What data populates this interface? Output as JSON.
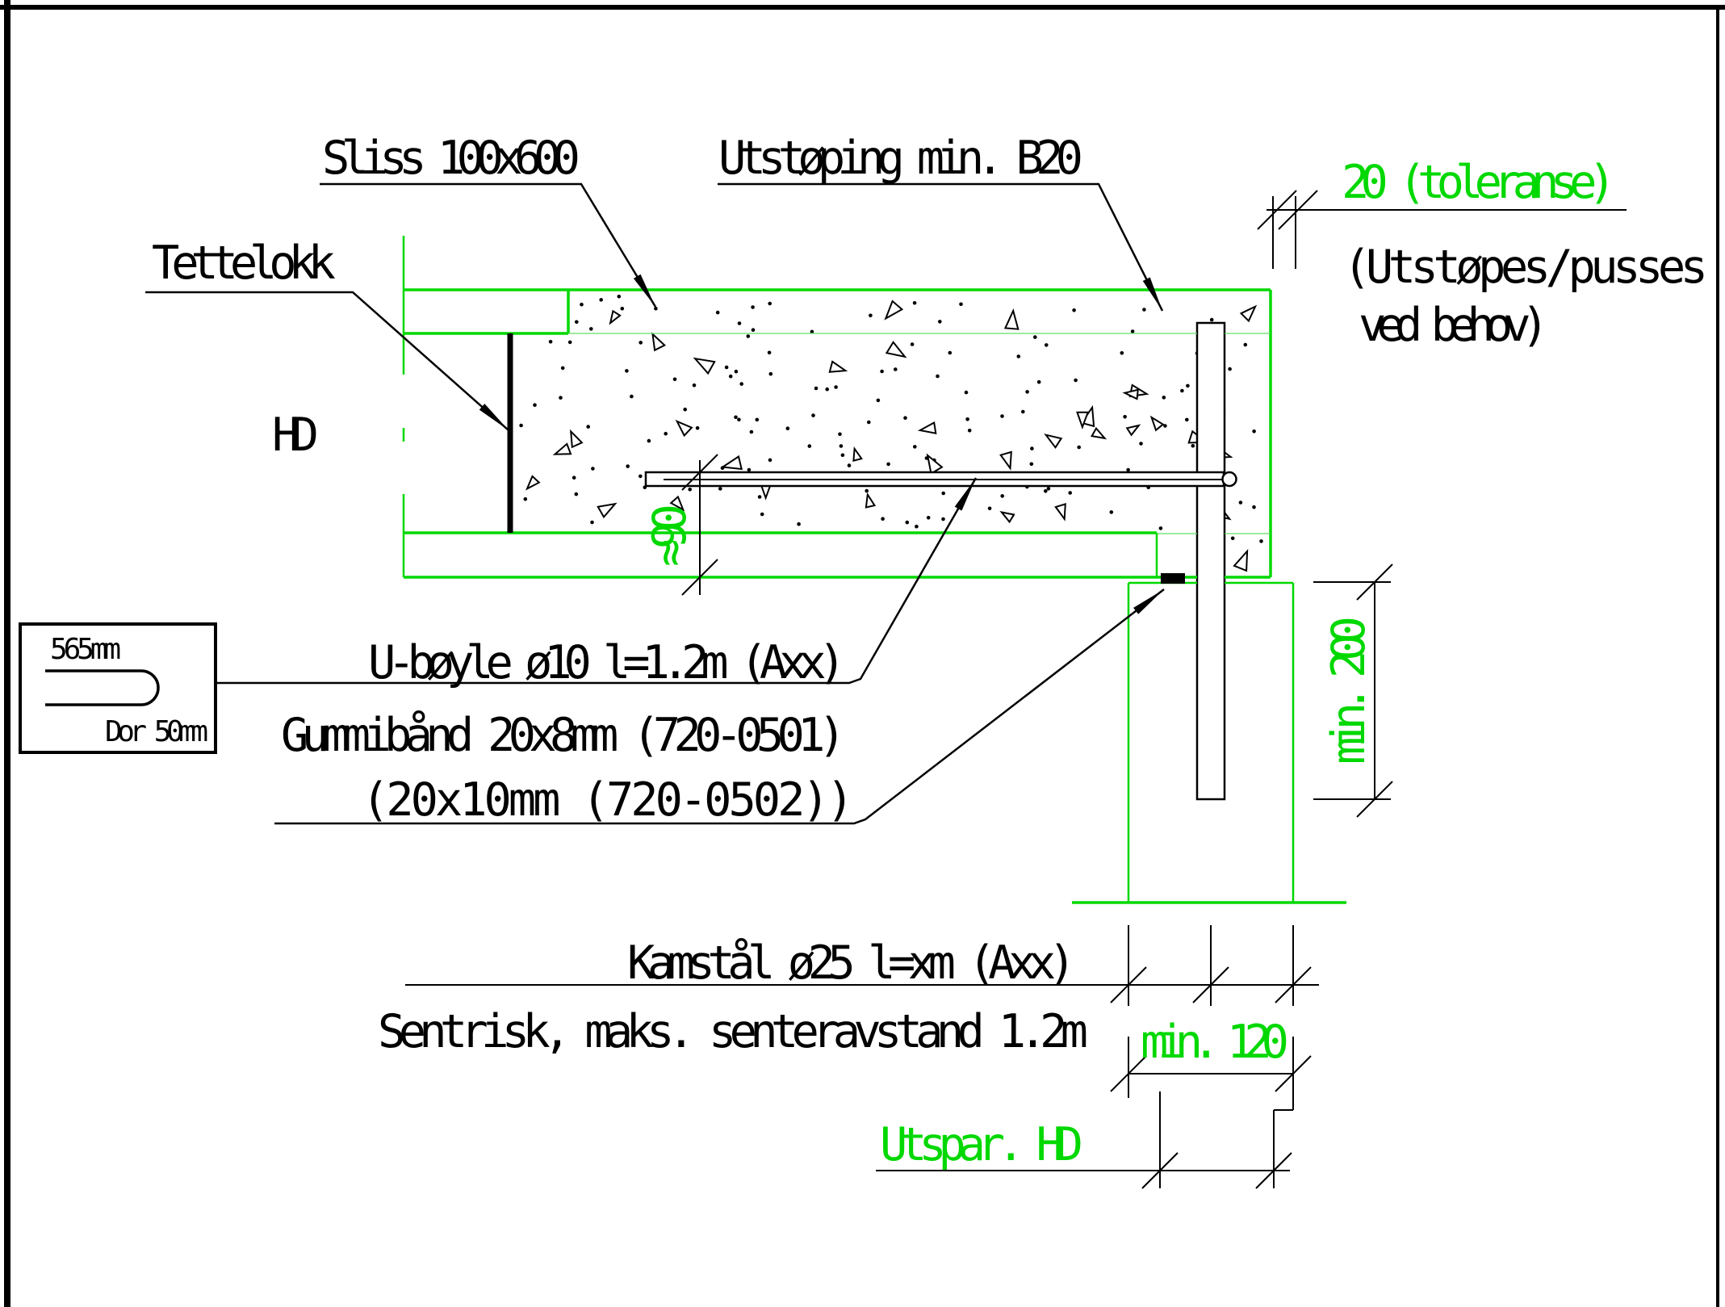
{
  "drawing": {
    "colors": {
      "accent_green": "#00d800",
      "ink": "#000000",
      "paper": "#ffffff"
    },
    "callouts": {
      "sliss": "Sliss 100x600",
      "utstoping": "Utstøping min. B20",
      "tettelokk": "Tettelokk",
      "hd": "HD",
      "u_boyle": "U-bøyle ø10 l=1.2m (Axx)",
      "gummiband_line1": "Gummibånd 20x8mm (720-0501)",
      "gummiband_line2": "(20x10mm (720-0502))",
      "kamstal": "Kamstål ø25 l=xm (Axx)",
      "sentrisk": "Sentrisk, maks. senteravstand 1.2m",
      "utstopes_line1": "(Utstøpes/pusses",
      "utstopes_line2": "ved behov)"
    },
    "dimensions": {
      "toleranse": "20 (toleranse)",
      "approx90": "≈90",
      "min200": "min. 200",
      "min120": "min. 120",
      "utspar": "Utspar. HD"
    },
    "inset": {
      "length": "565mm",
      "dor": "Dor 50mm"
    }
  }
}
